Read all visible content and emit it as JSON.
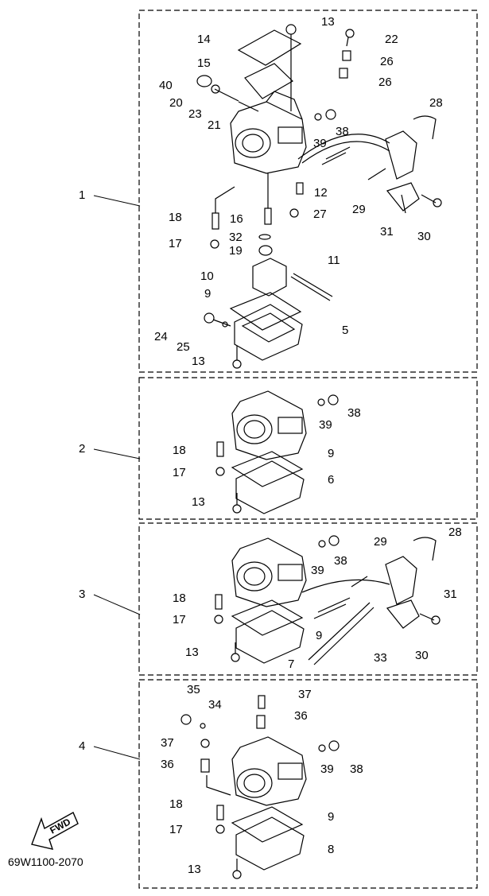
{
  "diagram_code": "69W1100-2070",
  "fwd_label": "FWD",
  "groups": [
    "1",
    "2",
    "3",
    "4"
  ],
  "callouts": {
    "g1": [
      "13",
      "14",
      "22",
      "15",
      "26",
      "26",
      "40",
      "20",
      "23",
      "21",
      "28",
      "38",
      "39",
      "12",
      "18",
      "16",
      "27",
      "29",
      "17",
      "32",
      "19",
      "31",
      "30",
      "11",
      "10",
      "9",
      "24",
      "25",
      "5",
      "13"
    ],
    "g2": [
      "38",
      "39",
      "18",
      "9",
      "17",
      "6",
      "13"
    ],
    "g3": [
      "28",
      "29",
      "39",
      "38",
      "18",
      "31",
      "17",
      "9",
      "13",
      "33",
      "30",
      "7"
    ],
    "g4": [
      "35",
      "37",
      "34",
      "36",
      "37",
      "36",
      "39",
      "38",
      "18",
      "9",
      "17",
      "8",
      "13"
    ]
  }
}
